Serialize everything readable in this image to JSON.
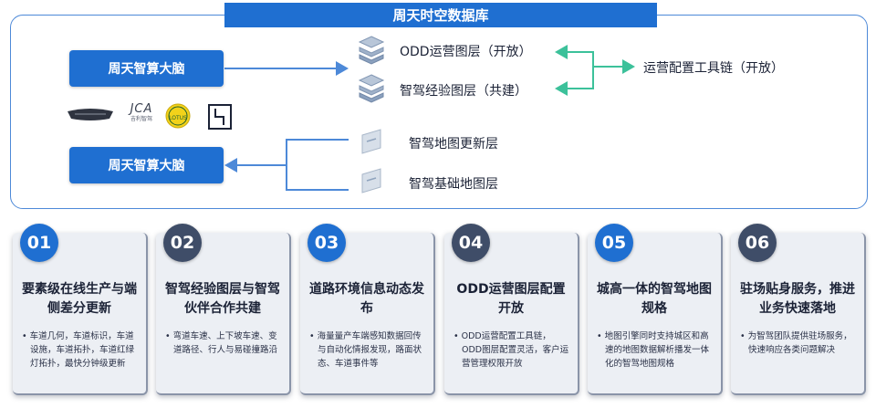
{
  "header": {
    "title": "周天时空数据库"
  },
  "top_panel": {
    "brain_top": "周天智算大脑",
    "brain_bottom": "周天智算大脑",
    "layers": [
      {
        "label": "ODD运营图层（开放）",
        "icon": "stack-icon"
      },
      {
        "label": "智驾经验图层（共建）",
        "icon": "stack-icon"
      },
      {
        "label": "智驾地图更新层",
        "icon": "map-tile-icon"
      },
      {
        "label": "智驾基础地图层",
        "icon": "map-tile-icon"
      }
    ],
    "toolchain": "运营配置工具链（开放）",
    "logos": {
      "lotus_text": "LOTUS",
      "jca_text": "JCA",
      "jca_sub": "吉利智驾"
    },
    "colors": {
      "primary": "#1f6fd1",
      "green_arrow": "#3cc19a",
      "blue_arrow": "#4d89d8"
    }
  },
  "cards": [
    {
      "num": "01",
      "style": "blue",
      "title": "要素级在线生产与端侧差分更新",
      "body": "车道几何，车道标识，车道设施，车道拓扑，车道红绿灯拓扑，最快分钟级更新"
    },
    {
      "num": "02",
      "style": "slate",
      "title": "智驾经验图层与智驾伙伴合作共建",
      "body": "弯道车速、上下坡车速、变道路径、行人与易碰撞路沿"
    },
    {
      "num": "03",
      "style": "blue",
      "title": "道路环境信息动态发布",
      "body": "海量量产车端感知数据回传与自动化情报发现，路面状态、车道事件等"
    },
    {
      "num": "04",
      "style": "slate",
      "title": "ODD运营图层配置开放",
      "body": "ODD运营配置工具链，ODD图层配置灵活，客户运营管理权限开放"
    },
    {
      "num": "05",
      "style": "blue",
      "title": "城高一体的智驾地图规格",
      "body": "地图引擎同时支持城区和高速的地图数据解析播发一体化的智驾地图规格"
    },
    {
      "num": "06",
      "style": "slate",
      "title": "驻场贴身服务，推进业务快速落地",
      "body": "为智驾团队提供驻场服务，快速响应各类问题解决"
    }
  ]
}
